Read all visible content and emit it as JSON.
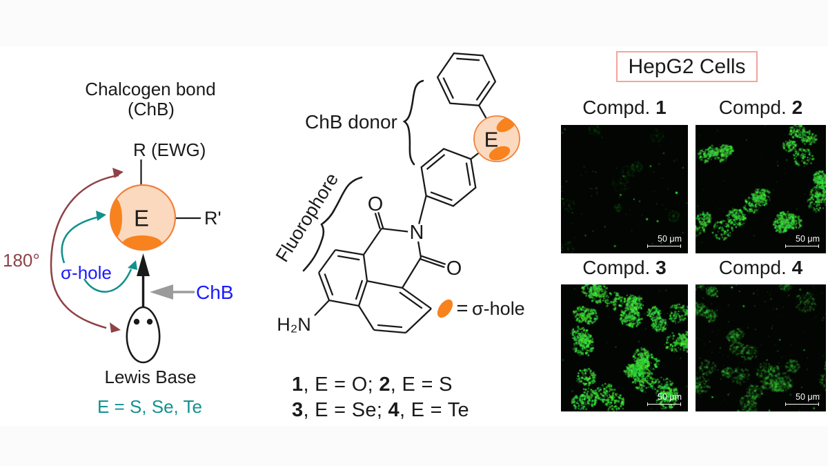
{
  "colors": {
    "orange": "#F8821D",
    "peach": "#FBD9BE",
    "circle_stroke": "#F0813C",
    "maroon": "#8E4347",
    "teal": "#12918E",
    "blue": "#1A1AFF",
    "gray": "#9B9B9B",
    "salmon": "#F2A49E",
    "green": "#3BE34B",
    "ink": "#1A1A1A"
  },
  "left": {
    "title_line1": "Chalcogen bond",
    "title_line2": "(ChB)",
    "r_ewg_label": "R (EWG)",
    "e_label": "E",
    "r_prime_label": "R'",
    "angle_label": "180°",
    "sigma_hole_label": "σ-hole",
    "chb_label": "ChB",
    "lewis_base_label": "Lewis Base",
    "e_series_label": "E = S, Se, Te"
  },
  "middle": {
    "chb_donor_label": "ChB donor",
    "fluorophore_label": "Fluorophore",
    "e_label": "E",
    "n_label": "N",
    "o_top_label": "O",
    "o_right_label": "O",
    "amine_label": "H₂N",
    "legend_equals": "=",
    "legend_sigma_label": "σ-hole",
    "caption_line1": [
      {
        "b": true,
        "t": "1"
      },
      {
        "b": false,
        "t": ", E = O; "
      },
      {
        "b": true,
        "t": "2"
      },
      {
        "b": false,
        "t": ", E = S"
      }
    ],
    "caption_line2": [
      {
        "b": true,
        "t": "3"
      },
      {
        "b": false,
        "t": ", E = Se; "
      },
      {
        "b": true,
        "t": "4"
      },
      {
        "b": false,
        "t": ", E = Te"
      }
    ]
  },
  "right": {
    "header": "HepG2 Cells",
    "panels": [
      {
        "label": [
          {
            "b": false,
            "t": "Compd. "
          },
          {
            "b": true,
            "t": "1"
          }
        ],
        "scale_label": "50 μm",
        "fluorescence_level": "very weak"
      },
      {
        "label": [
          {
            "b": false,
            "t": "Compd. "
          },
          {
            "b": true,
            "t": "2"
          }
        ],
        "scale_label": "50 μm",
        "fluorescence_level": "strong"
      },
      {
        "label": [
          {
            "b": false,
            "t": "Compd. "
          },
          {
            "b": true,
            "t": "3"
          }
        ],
        "scale_label": "50 μm",
        "fluorescence_level": "very strong"
      },
      {
        "label": [
          {
            "b": false,
            "t": "Compd. "
          },
          {
            "b": true,
            "t": "4"
          }
        ],
        "scale_label": "50 μm",
        "fluorescence_level": "weak"
      }
    ]
  }
}
